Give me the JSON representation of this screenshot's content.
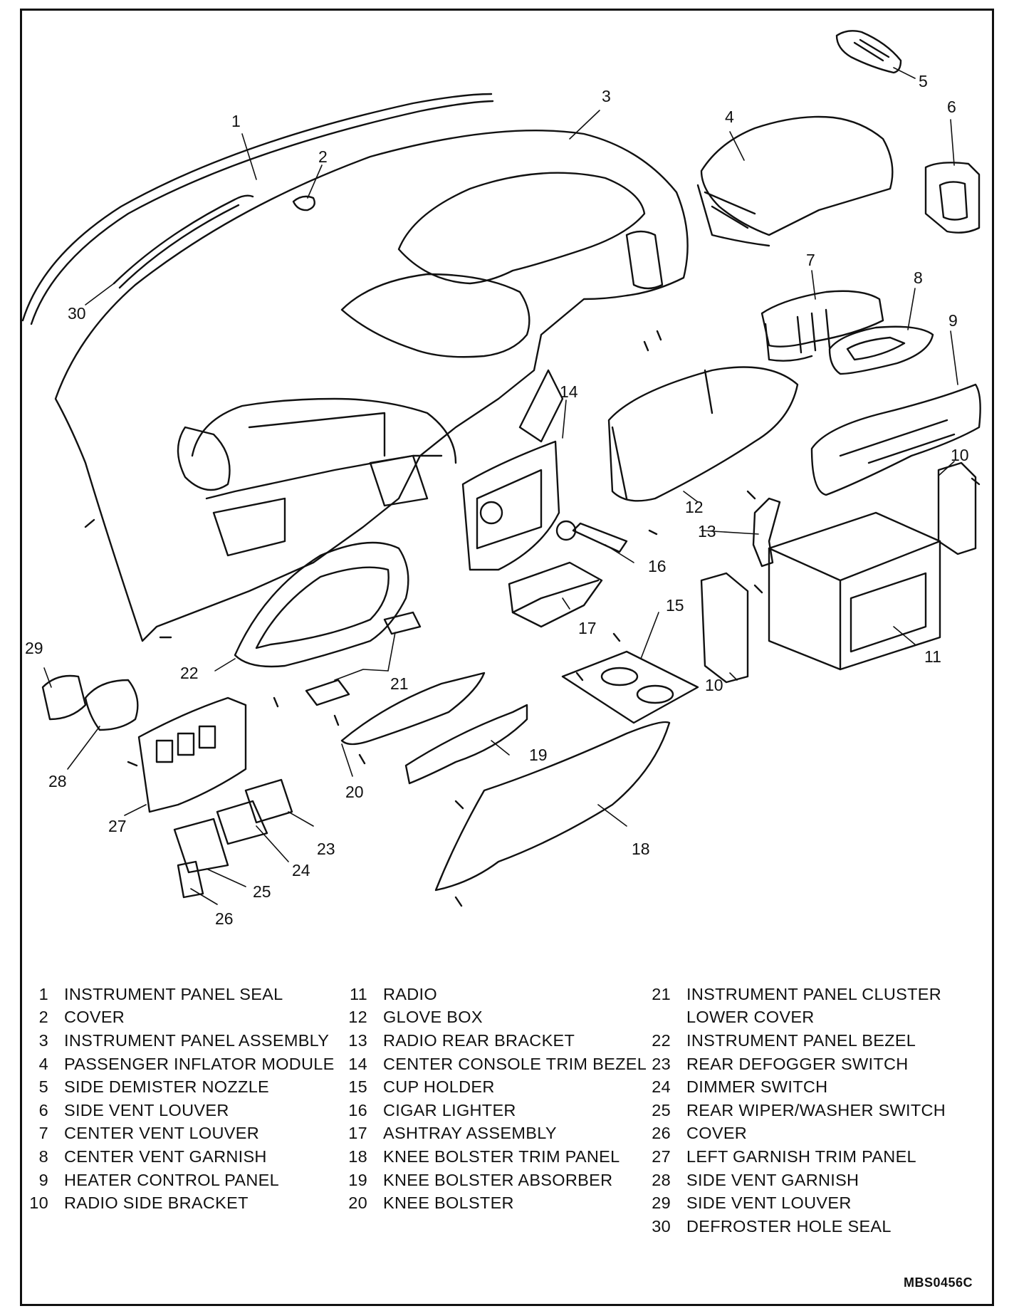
{
  "diagram_code": "MBS0456C",
  "callouts": [
    "1",
    "2",
    "3",
    "4",
    "5",
    "6",
    "7",
    "8",
    "9",
    "10",
    "10",
    "11",
    "12",
    "13",
    "14",
    "15",
    "16",
    "17",
    "18",
    "19",
    "20",
    "21",
    "22",
    "23",
    "24",
    "25",
    "26",
    "27",
    "28",
    "29",
    "30"
  ],
  "legend": {
    "col1": [
      {
        "num": "1",
        "text": "INSTRUMENT PANEL SEAL"
      },
      {
        "num": "2",
        "text": "COVER"
      },
      {
        "num": "3",
        "text": "INSTRUMENT PANEL ASSEMBLY"
      },
      {
        "num": "4",
        "text": "PASSENGER INFLATOR MODULE"
      },
      {
        "num": "5",
        "text": "SIDE DEMISTER NOZZLE"
      },
      {
        "num": "6",
        "text": "SIDE VENT LOUVER"
      },
      {
        "num": "7",
        "text": "CENTER VENT LOUVER"
      },
      {
        "num": "8",
        "text": "CENTER VENT GARNISH"
      },
      {
        "num": "9",
        "text": "HEATER CONTROL PANEL"
      },
      {
        "num": "10",
        "text": "RADIO SIDE BRACKET"
      }
    ],
    "col2": [
      {
        "num": "11",
        "text": "RADIO"
      },
      {
        "num": "12",
        "text": "GLOVE BOX"
      },
      {
        "num": "13",
        "text": "RADIO REAR BRACKET"
      },
      {
        "num": "14",
        "text": "CENTER CONSOLE TRIM BEZEL"
      },
      {
        "num": "15",
        "text": "CUP HOLDER"
      },
      {
        "num": "16",
        "text": "CIGAR LIGHTER"
      },
      {
        "num": "17",
        "text": "ASHTRAY ASSEMBLY"
      },
      {
        "num": "18",
        "text": "KNEE BOLSTER TRIM PANEL"
      },
      {
        "num": "19",
        "text": "KNEE BOLSTER ABSORBER"
      },
      {
        "num": "20",
        "text": "KNEE BOLSTER"
      }
    ],
    "col3": [
      {
        "num": "21",
        "text": "INSTRUMENT PANEL CLUSTER"
      },
      {
        "num": "",
        "text": "LOWER COVER"
      },
      {
        "num": "22",
        "text": "INSTRUMENT PANEL BEZEL"
      },
      {
        "num": "23",
        "text": "REAR DEFOGGER SWITCH"
      },
      {
        "num": "24",
        "text": "DIMMER SWITCH"
      },
      {
        "num": "25",
        "text": "REAR WIPER/WASHER SWITCH"
      },
      {
        "num": "26",
        "text": "COVER"
      },
      {
        "num": "27",
        "text": "LEFT GARNISH TRIM PANEL"
      },
      {
        "num": "28",
        "text": "SIDE VENT GARNISH"
      },
      {
        "num": "29",
        "text": "SIDE VENT LOUVER"
      },
      {
        "num": "30",
        "text": "DEFROSTER HOLE SEAL"
      }
    ]
  }
}
